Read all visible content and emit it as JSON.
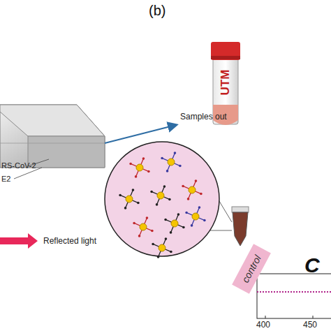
{
  "diagram": {
    "nodes": [
      {
        "text": [
          "UTM"
        ]
      },
      {
        "text": [
          "control"
        ]
      }
    ],
    "labels": [
      "(b)",
      "Samples out",
      "RS-CoV-2",
      "E2",
      "Reflected light",
      "C",
      "400",
      "450"
    ]
  }
}
